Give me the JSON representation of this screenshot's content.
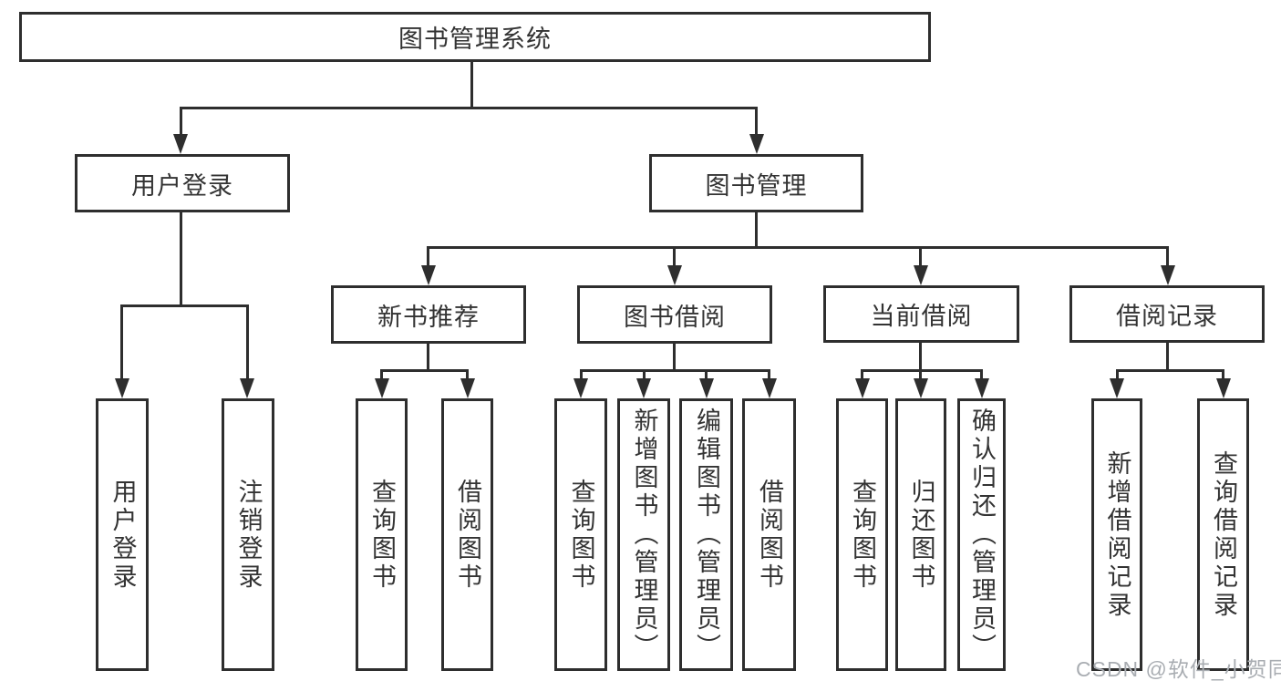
{
  "diagram": {
    "title_node": {
      "label": "图书管理系统"
    },
    "level2": [
      {
        "id": "user-login",
        "label": "用户登录",
        "parent": "图书管理系统"
      },
      {
        "id": "book-management",
        "label": "图书管理",
        "parent": "图书管理系统"
      }
    ],
    "level3": [
      {
        "id": "new-book-recommend",
        "label": "新书推荐",
        "parent": "图书管理"
      },
      {
        "id": "book-borrow",
        "label": "图书借阅",
        "parent": "图书管理"
      },
      {
        "id": "current-borrow",
        "label": "当前借阅",
        "parent": "图书管理"
      },
      {
        "id": "borrow-records",
        "label": "借阅记录",
        "parent": "图书管理"
      }
    ],
    "leaves": [
      {
        "label": "用户登录",
        "parent": "用户登录"
      },
      {
        "label": "注销登录",
        "parent": "用户登录"
      },
      {
        "label": "查询图书",
        "parent": "新书推荐"
      },
      {
        "label": "借阅图书",
        "parent": "新书推荐"
      },
      {
        "label": "查询图书",
        "parent": "图书借阅"
      },
      {
        "label": "新增图书（管理员）",
        "parent": "图书借阅"
      },
      {
        "label": "编辑图书（管理员）",
        "parent": "图书借阅"
      },
      {
        "label": "借阅图书",
        "parent": "图书借阅"
      },
      {
        "label": "查询图书",
        "parent": "当前借阅"
      },
      {
        "label": "归还图书",
        "parent": "当前借阅"
      },
      {
        "label": "确认归还（管理员）",
        "parent": "当前借阅"
      },
      {
        "label": "新增借阅记录",
        "parent": "借阅记录"
      },
      {
        "label": "查询借阅记录",
        "parent": "借阅记录"
      }
    ],
    "colors": {
      "line": "#2e2e2e",
      "text": "#333333",
      "background": "#ffffff",
      "watermark": "#a9adb2"
    }
  },
  "watermark": {
    "text": "CSDN @软件_小贺同学"
  }
}
